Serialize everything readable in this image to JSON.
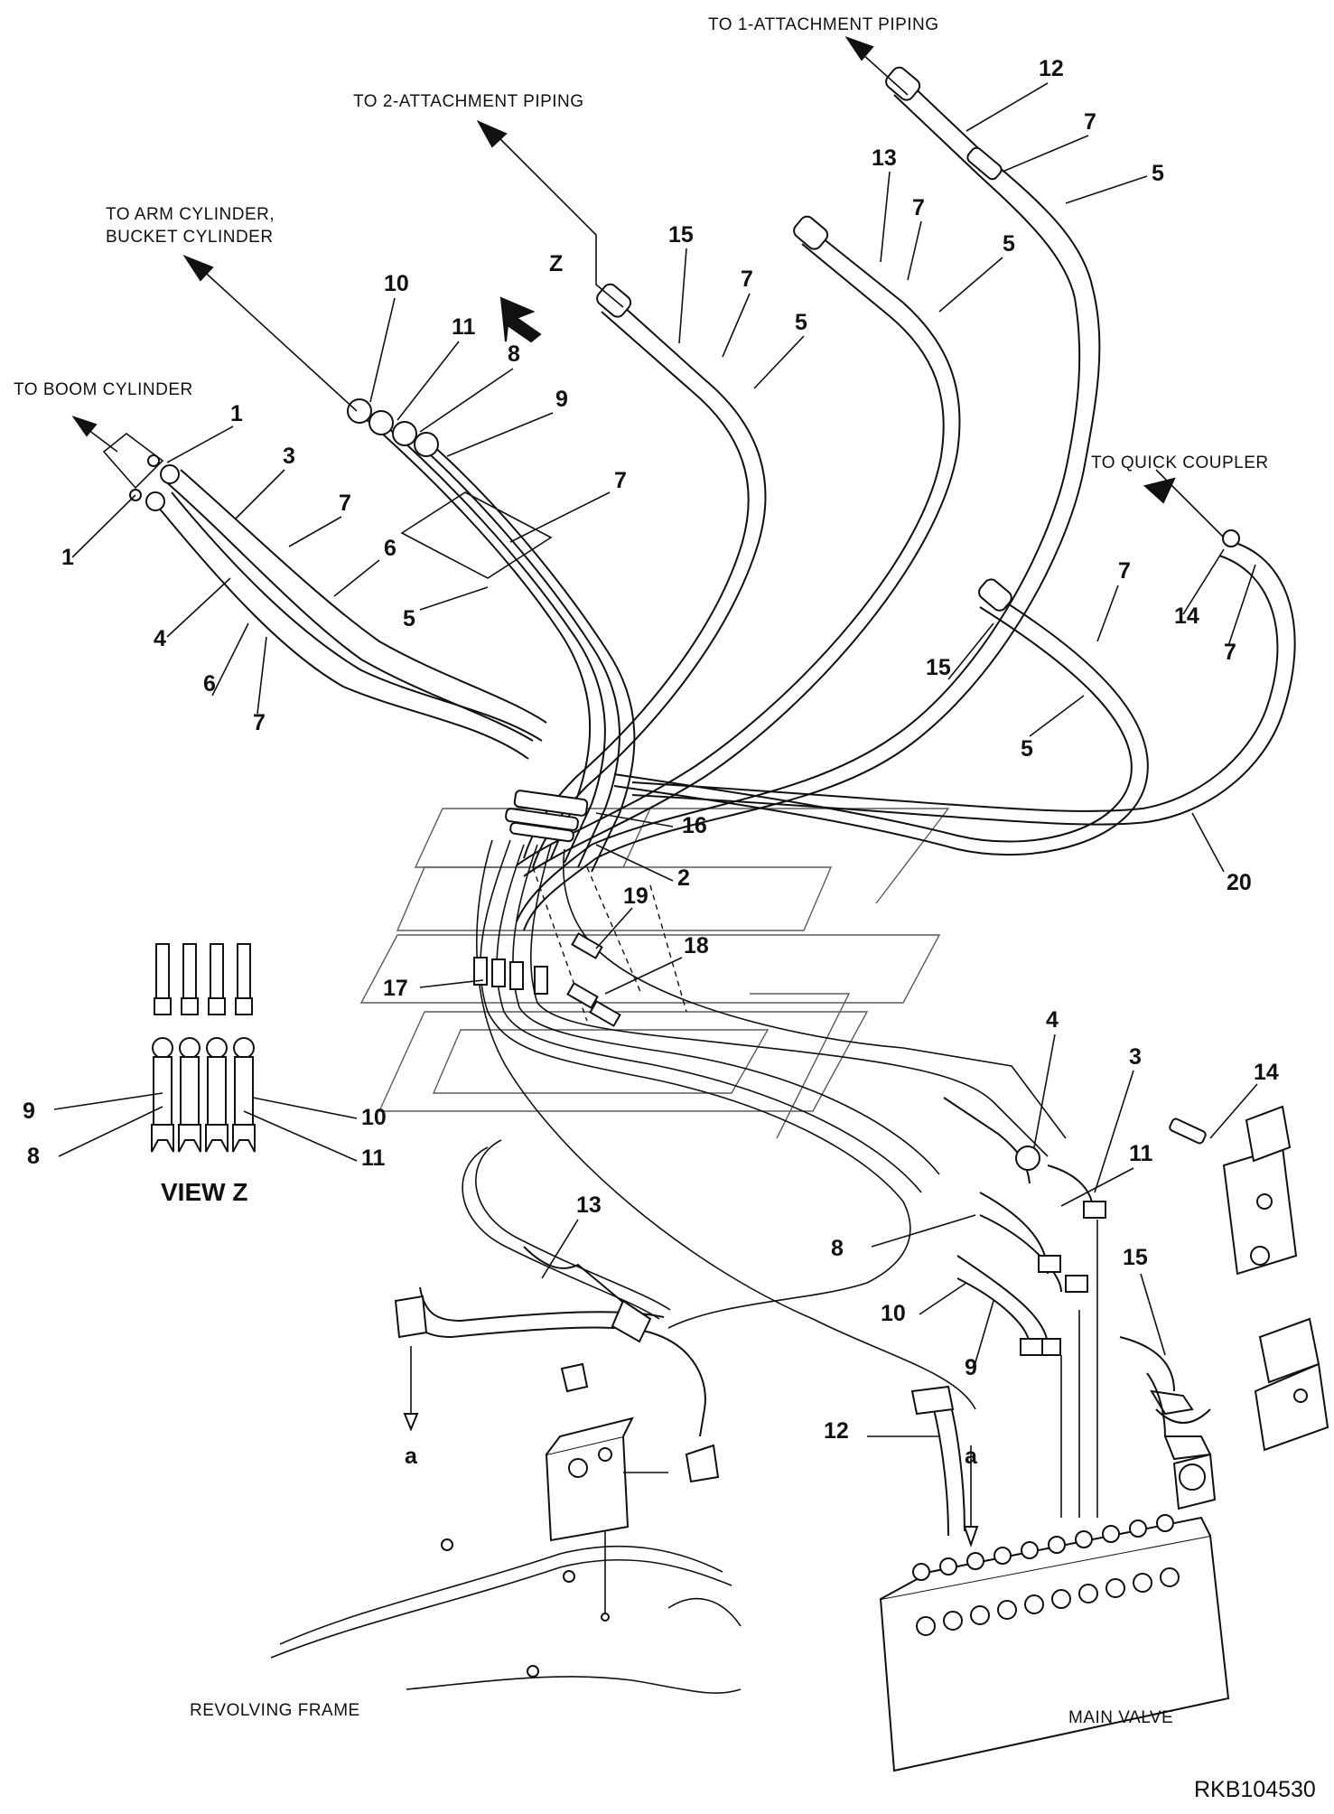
{
  "callouts": {
    "to_1_attachment": "TO 1-ATTACHMENT PIPING",
    "to_2_attachment": "TO 2-ATTACHMENT PIPING",
    "to_arm_cylinder": "TO ARM CYLINDER,",
    "to_bucket_cylinder": "BUCKET CYLINDER",
    "to_boom_cylinder": "TO BOOM CYLINDER",
    "to_quick_coupler": "TO QUICK COUPLER",
    "revolving_frame": "REVOLVING FRAME",
    "main_valve": "MAIN VALVE"
  },
  "view_label": "VIEW Z",
  "view_arrow": "Z",
  "section_a": "a",
  "drawing_code": "RKB104530",
  "labels": [
    {
      "id": "12-top",
      "text": "12"
    },
    {
      "id": "7-top",
      "text": "7"
    },
    {
      "id": "5-top",
      "text": "5"
    },
    {
      "id": "13-top",
      "text": "13"
    },
    {
      "id": "7-b",
      "text": "7"
    },
    {
      "id": "5-b",
      "text": "5"
    },
    {
      "id": "15-top",
      "text": "15"
    },
    {
      "id": "7-c",
      "text": "7"
    },
    {
      "id": "5-c",
      "text": "5"
    },
    {
      "id": "10-top",
      "text": "10"
    },
    {
      "id": "11-top",
      "text": "11"
    },
    {
      "id": "8-top",
      "text": "8"
    },
    {
      "id": "9-top",
      "text": "9"
    },
    {
      "id": "7-d",
      "text": "7"
    },
    {
      "id": "5-d",
      "text": "5"
    },
    {
      "id": "1-a",
      "text": "1"
    },
    {
      "id": "1-b",
      "text": "1"
    },
    {
      "id": "3-top",
      "text": "3"
    },
    {
      "id": "7-e",
      "text": "7"
    },
    {
      "id": "6-a",
      "text": "6"
    },
    {
      "id": "4-top",
      "text": "4"
    },
    {
      "id": "6-b",
      "text": "6"
    },
    {
      "id": "7-f",
      "text": "7"
    },
    {
      "id": "7-g",
      "text": "7"
    },
    {
      "id": "15-mid",
      "text": "15"
    },
    {
      "id": "5-e",
      "text": "5"
    },
    {
      "id": "14-top",
      "text": "14"
    },
    {
      "id": "7-h",
      "text": "7"
    },
    {
      "id": "16",
      "text": "16"
    },
    {
      "id": "2",
      "text": "2"
    },
    {
      "id": "20",
      "text": "20"
    },
    {
      "id": "19",
      "text": "19"
    },
    {
      "id": "18",
      "text": "18"
    },
    {
      "id": "17",
      "text": "17"
    },
    {
      "id": "4-low",
      "text": "4"
    },
    {
      "id": "3-low",
      "text": "3"
    },
    {
      "id": "14-low",
      "text": "14"
    },
    {
      "id": "11-low",
      "text": "11"
    },
    {
      "id": "8-low",
      "text": "8"
    },
    {
      "id": "10-low",
      "text": "10"
    },
    {
      "id": "9-low",
      "text": "9"
    },
    {
      "id": "15-low",
      "text": "15"
    },
    {
      "id": "13-low",
      "text": "13"
    },
    {
      "id": "12-low",
      "text": "12"
    },
    {
      "id": "9-view",
      "text": "9"
    },
    {
      "id": "8-view",
      "text": "8"
    },
    {
      "id": "10-view",
      "text": "10"
    },
    {
      "id": "11-view",
      "text": "11"
    }
  ]
}
